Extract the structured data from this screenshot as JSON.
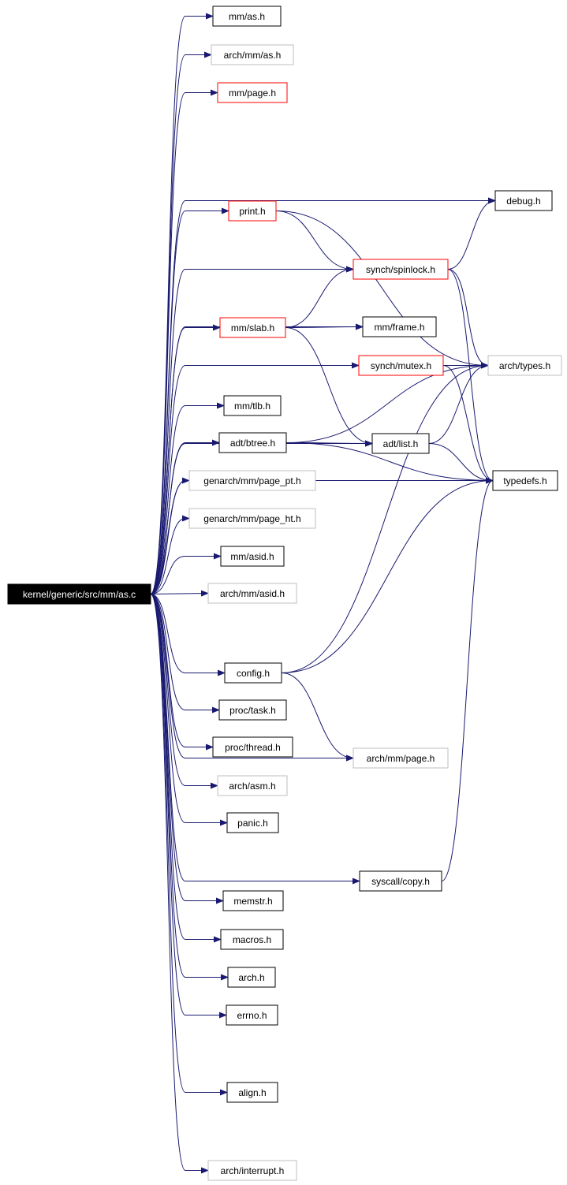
{
  "graph": {
    "root": {
      "label": "kernel/generic/src/mm/as.c"
    },
    "nodes": [
      {
        "id": "mm_as",
        "label": "mm/as.h",
        "style": "documented"
      },
      {
        "id": "arch_mm_as",
        "label": "arch/mm/as.h",
        "style": "external"
      },
      {
        "id": "mm_page",
        "label": "mm/page.h",
        "style": "truncated"
      },
      {
        "id": "debug",
        "label": "debug.h",
        "style": "documented"
      },
      {
        "id": "print",
        "label": "print.h",
        "style": "truncated"
      },
      {
        "id": "spinlock",
        "label": "synch/spinlock.h",
        "style": "truncated"
      },
      {
        "id": "slab",
        "label": "mm/slab.h",
        "style": "truncated"
      },
      {
        "id": "frame",
        "label": "mm/frame.h",
        "style": "documented"
      },
      {
        "id": "mutex",
        "label": "synch/mutex.h",
        "style": "truncated"
      },
      {
        "id": "arch_types",
        "label": "arch/types.h",
        "style": "external"
      },
      {
        "id": "tlb",
        "label": "mm/tlb.h",
        "style": "documented"
      },
      {
        "id": "btree",
        "label": "adt/btree.h",
        "style": "documented"
      },
      {
        "id": "list",
        "label": "adt/list.h",
        "style": "documented"
      },
      {
        "id": "typedefs",
        "label": "typedefs.h",
        "style": "documented"
      },
      {
        "id": "page_pt",
        "label": "genarch/mm/page_pt.h",
        "style": "external"
      },
      {
        "id": "page_ht",
        "label": "genarch/mm/page_ht.h",
        "style": "external"
      },
      {
        "id": "asid",
        "label": "mm/asid.h",
        "style": "documented"
      },
      {
        "id": "arch_asid",
        "label": "arch/mm/asid.h",
        "style": "external"
      },
      {
        "id": "config",
        "label": "config.h",
        "style": "documented"
      },
      {
        "id": "task",
        "label": "proc/task.h",
        "style": "documented"
      },
      {
        "id": "thread",
        "label": "proc/thread.h",
        "style": "documented"
      },
      {
        "id": "arch_mm_page",
        "label": "arch/mm/page.h",
        "style": "external"
      },
      {
        "id": "arch_asm",
        "label": "arch/asm.h",
        "style": "external"
      },
      {
        "id": "panic",
        "label": "panic.h",
        "style": "documented"
      },
      {
        "id": "copy",
        "label": "syscall/copy.h",
        "style": "documented"
      },
      {
        "id": "memstr",
        "label": "memstr.h",
        "style": "documented"
      },
      {
        "id": "macros",
        "label": "macros.h",
        "style": "documented"
      },
      {
        "id": "arch",
        "label": "arch.h",
        "style": "documented"
      },
      {
        "id": "errno",
        "label": "errno.h",
        "style": "documented"
      },
      {
        "id": "align",
        "label": "align.h",
        "style": "documented"
      },
      {
        "id": "arch_interrupt",
        "label": "arch/interrupt.h",
        "style": "external"
      }
    ],
    "edges": [
      [
        "root",
        "mm_as"
      ],
      [
        "root",
        "arch_mm_as"
      ],
      [
        "root",
        "mm_page"
      ],
      [
        "root",
        "debug"
      ],
      [
        "root",
        "print"
      ],
      [
        "root",
        "spinlock"
      ],
      [
        "root",
        "slab"
      ],
      [
        "root",
        "frame"
      ],
      [
        "root",
        "mutex"
      ],
      [
        "root",
        "tlb"
      ],
      [
        "root",
        "btree"
      ],
      [
        "root",
        "page_pt"
      ],
      [
        "root",
        "page_ht"
      ],
      [
        "root",
        "asid"
      ],
      [
        "root",
        "arch_asid"
      ],
      [
        "root",
        "list"
      ],
      [
        "root",
        "config"
      ],
      [
        "root",
        "task"
      ],
      [
        "root",
        "thread"
      ],
      [
        "root",
        "arch_asm"
      ],
      [
        "root",
        "panic"
      ],
      [
        "root",
        "arch_mm_page"
      ],
      [
        "root",
        "memstr"
      ],
      [
        "root",
        "macros"
      ],
      [
        "root",
        "arch"
      ],
      [
        "root",
        "errno"
      ],
      [
        "root",
        "copy"
      ],
      [
        "root",
        "align"
      ],
      [
        "root",
        "typedefs"
      ],
      [
        "root",
        "arch_interrupt"
      ],
      [
        "print",
        "spinlock"
      ],
      [
        "print",
        "arch_types"
      ],
      [
        "spinlock",
        "debug"
      ],
      [
        "spinlock",
        "arch_types"
      ],
      [
        "spinlock",
        "typedefs"
      ],
      [
        "slab",
        "spinlock"
      ],
      [
        "slab",
        "frame"
      ],
      [
        "slab",
        "list"
      ],
      [
        "mutex",
        "arch_types"
      ],
      [
        "mutex",
        "typedefs"
      ],
      [
        "btree",
        "list"
      ],
      [
        "btree",
        "arch_types"
      ],
      [
        "btree",
        "typedefs"
      ],
      [
        "list",
        "arch_types"
      ],
      [
        "list",
        "typedefs"
      ],
      [
        "config",
        "arch_types"
      ],
      [
        "config",
        "typedefs"
      ],
      [
        "config",
        "arch_mm_page"
      ],
      [
        "copy",
        "typedefs"
      ]
    ],
    "colors": {
      "edge": "#191970",
      "documented_border": "#000000",
      "truncated_border": "#ff0000",
      "external_border": "#bfbfbf",
      "root_fill": "#000000",
      "root_text": "#ffffff"
    }
  }
}
